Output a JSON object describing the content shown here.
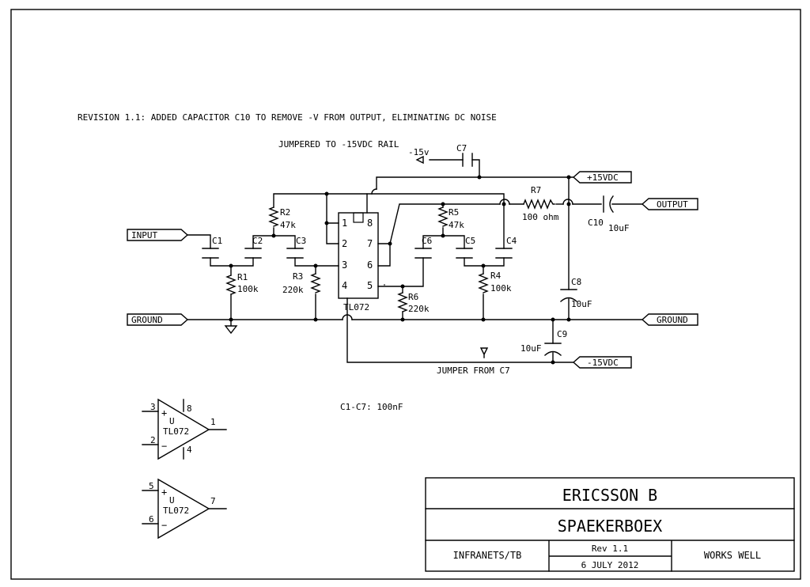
{
  "revision_note": "REVISION 1.1: ADDED CAPACITOR C10 TO REMOVE -V FROM OUTPUT, ELIMINATING DC NOISE",
  "notes": {
    "jumpered": "JUMPERED TO -15VDC RAIL",
    "jumper_from": "JUMPER FROM C7",
    "cap_values": "C1-C7: 100nF"
  },
  "ports": {
    "input": "INPUT",
    "ground_left": "GROUND",
    "plus15": "+15VDC",
    "output": "OUTPUT",
    "ground_right": "GROUND",
    "minus15": "-15VDC"
  },
  "rail_label": "-15v",
  "components": {
    "c1": "C1",
    "c2": "C2",
    "c3": "C3",
    "c4": "C4",
    "c5": "C5",
    "c6": "C6",
    "c7": "C7",
    "c8": "C8",
    "c8_val": "10uF",
    "c9": "C9",
    "c9_val": "10uF",
    "c10": "C10",
    "c10_val": "10uF",
    "r1": "R1",
    "r1_val": "100k",
    "r2": "R2",
    "r2_val": "47k",
    "r3": "R3",
    "r3_val": "220k",
    "r4": "R4",
    "r4_val": "100k",
    "r5": "R5",
    "r5_val": "47k",
    "r6": "R6",
    "r6_val": "220k",
    "r7": "R7",
    "r7_val": "100 ohm"
  },
  "ic": {
    "name": "TL072",
    "pins": [
      "1",
      "2",
      "3",
      "4",
      "5",
      "6",
      "7",
      "8"
    ]
  },
  "opamp_a": {
    "plus_pin": "3",
    "minus_pin": "2",
    "out_pin": "1",
    "vpos_pin": "8",
    "vneg_pin": "4",
    "plus": "+",
    "minus": "−",
    "unit": "U",
    "part": "TL072"
  },
  "opamp_b": {
    "plus_pin": "5",
    "minus_pin": "6",
    "out_pin": "7",
    "plus": "+",
    "minus": "−",
    "unit": "U",
    "part": "TL072"
  },
  "title_block": {
    "title1": "ERICSSON B",
    "title2": "SPAEKERBOEX",
    "author": "INFRANETS/TB",
    "rev": "Rev 1.1",
    "date": "6 JULY 2012",
    "status": "WORKS WELL"
  }
}
